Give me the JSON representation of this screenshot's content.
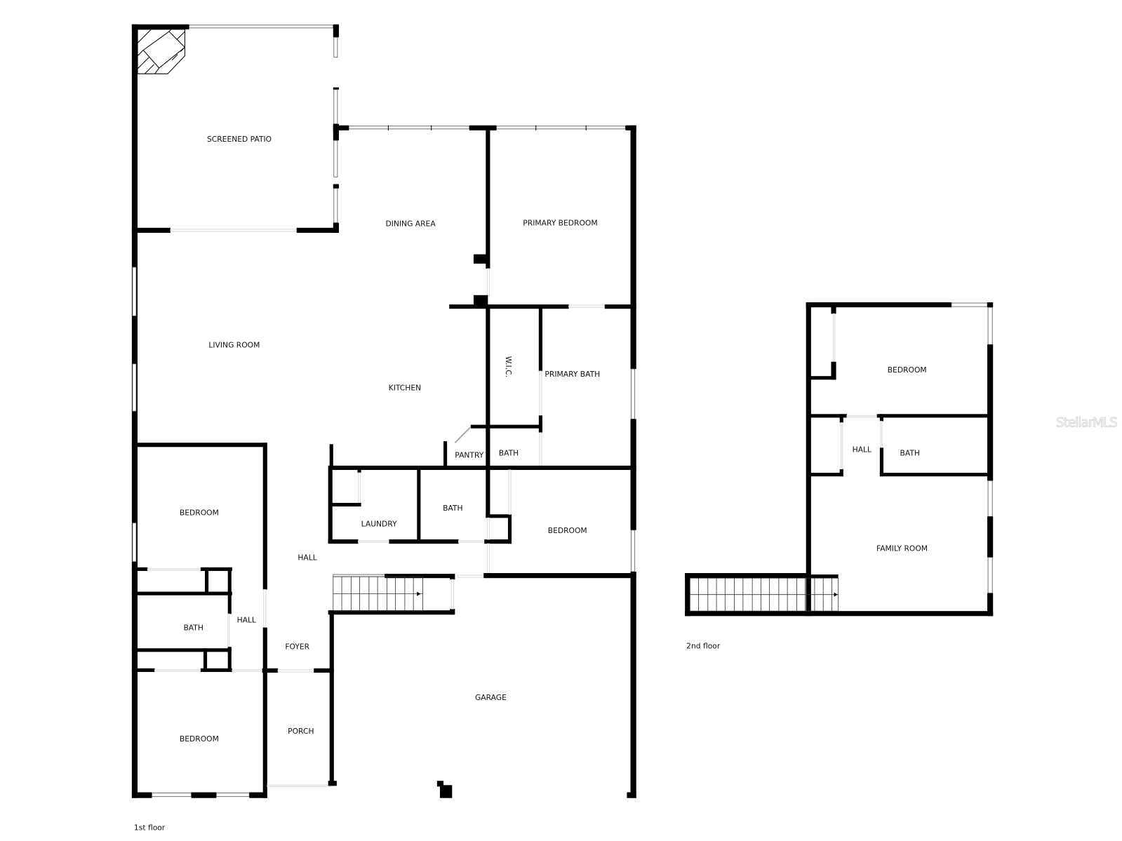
{
  "plan": {
    "floors": [
      {
        "label": "1st floor",
        "rooms": [
          {
            "id": "screened-patio",
            "label": "SCREENED PATIO"
          },
          {
            "id": "dining-area",
            "label": "DINING AREA"
          },
          {
            "id": "primary-bedroom",
            "label": "PRIMARY BEDROOM"
          },
          {
            "id": "living-room",
            "label": "LIVING ROOM"
          },
          {
            "id": "kitchen",
            "label": "KITCHEN"
          },
          {
            "id": "wic",
            "label": "W.I.C."
          },
          {
            "id": "primary-bath",
            "label": "PRIMARY BATH"
          },
          {
            "id": "pantry",
            "label": "PANTRY"
          },
          {
            "id": "bath-primary-wc",
            "label": "BATH"
          },
          {
            "id": "bedroom-left-upper",
            "label": "BEDROOM"
          },
          {
            "id": "laundry",
            "label": "LAUNDRY"
          },
          {
            "id": "bath-center",
            "label": "BATH"
          },
          {
            "id": "bedroom-right",
            "label": "BEDROOM"
          },
          {
            "id": "hall-main",
            "label": "HALL"
          },
          {
            "id": "bath-left",
            "label": "BATH"
          },
          {
            "id": "hall-small",
            "label": "HALL"
          },
          {
            "id": "foyer",
            "label": "FOYER"
          },
          {
            "id": "garage",
            "label": "GARAGE"
          },
          {
            "id": "bedroom-left-lower",
            "label": "BEDROOM"
          },
          {
            "id": "porch",
            "label": "PORCH"
          }
        ]
      },
      {
        "label": "2nd floor",
        "rooms": [
          {
            "id": "bedroom-2f",
            "label": "BEDROOM"
          },
          {
            "id": "hall-2f",
            "label": "HALL"
          },
          {
            "id": "bath-2f",
            "label": "BATH"
          },
          {
            "id": "family-room",
            "label": "FAMILY ROOM"
          }
        ]
      }
    ],
    "watermark": "StellarMLS",
    "colors": {
      "wall": "#000000",
      "background": "#ffffff",
      "window_stroke": "#555555",
      "door_opening": "#d8d8d8"
    }
  }
}
